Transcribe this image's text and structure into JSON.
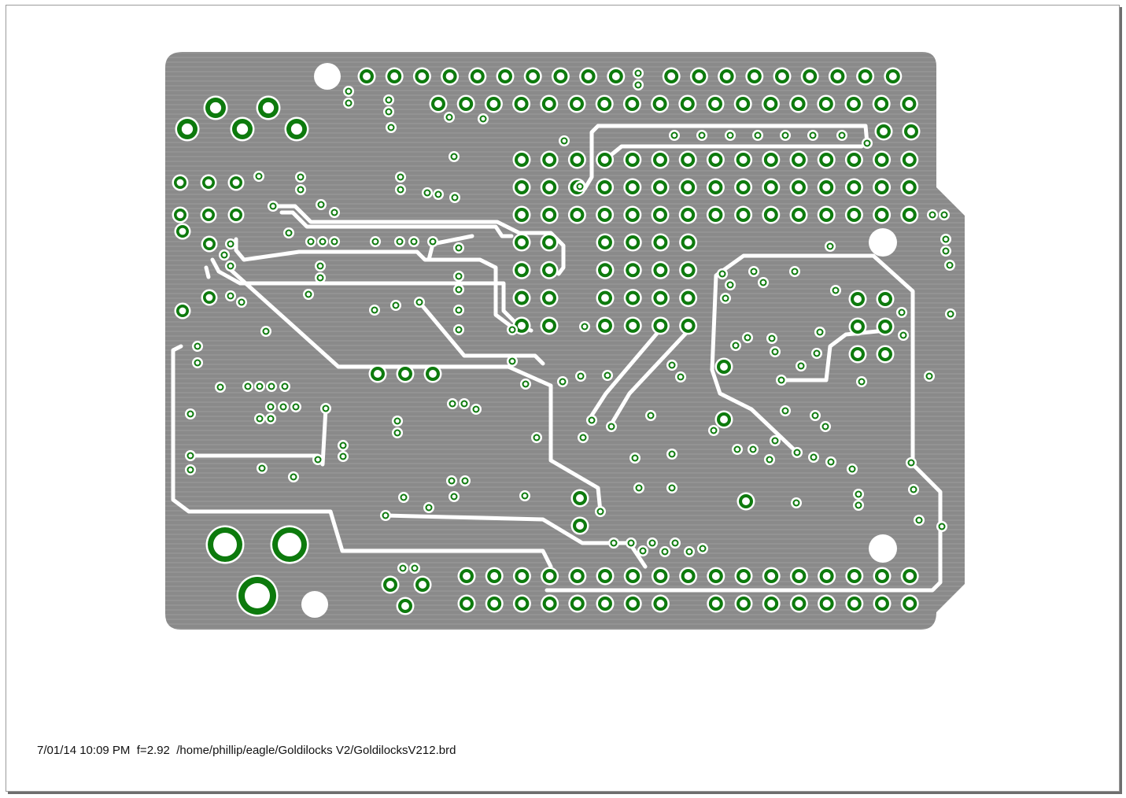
{
  "footer": {
    "date": "7/01/14 10:09 PM",
    "scale": "f=2.92",
    "path": "/home/phillip/eagle/Goldilocks V2/GoldilocksV212.brd"
  },
  "colors": {
    "page": "#ffffff",
    "copper_pour": "#858585",
    "pad_ring": "#0d7a0d",
    "clearance": "#ffffff"
  }
}
